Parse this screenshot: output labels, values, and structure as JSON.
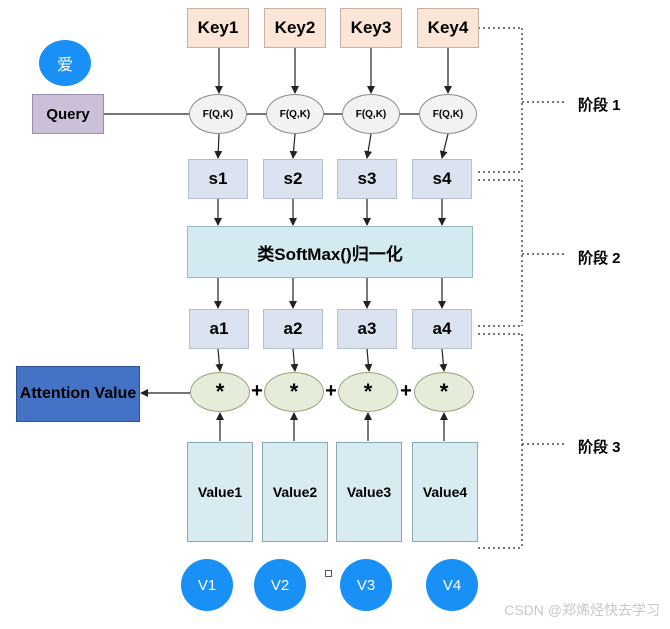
{
  "badge": "爱",
  "query": "Query",
  "keys": [
    "Key1",
    "Key2",
    "Key3",
    "Key4"
  ],
  "f_labels": [
    "F(Q,K)",
    "F(Q,K)",
    "F(Q,K)",
    "F(Q,K)"
  ],
  "scores": [
    "s1",
    "s2",
    "s3",
    "s4"
  ],
  "softmax": "类SoftMax()归一化",
  "weights": [
    "a1",
    "a2",
    "a3",
    "a4"
  ],
  "mult_symbol": "*",
  "plus_symbol": "+",
  "attention_value": "Attention Value",
  "values": [
    "Value1",
    "Value2",
    "Value3",
    "Value4"
  ],
  "value_circles": [
    "V1",
    "V2",
    "V3",
    "V4"
  ],
  "stages": [
    "阶段 1",
    "阶段 2",
    "阶段 3"
  ],
  "watermark": "CSDN @郑烯烃快去学习"
}
